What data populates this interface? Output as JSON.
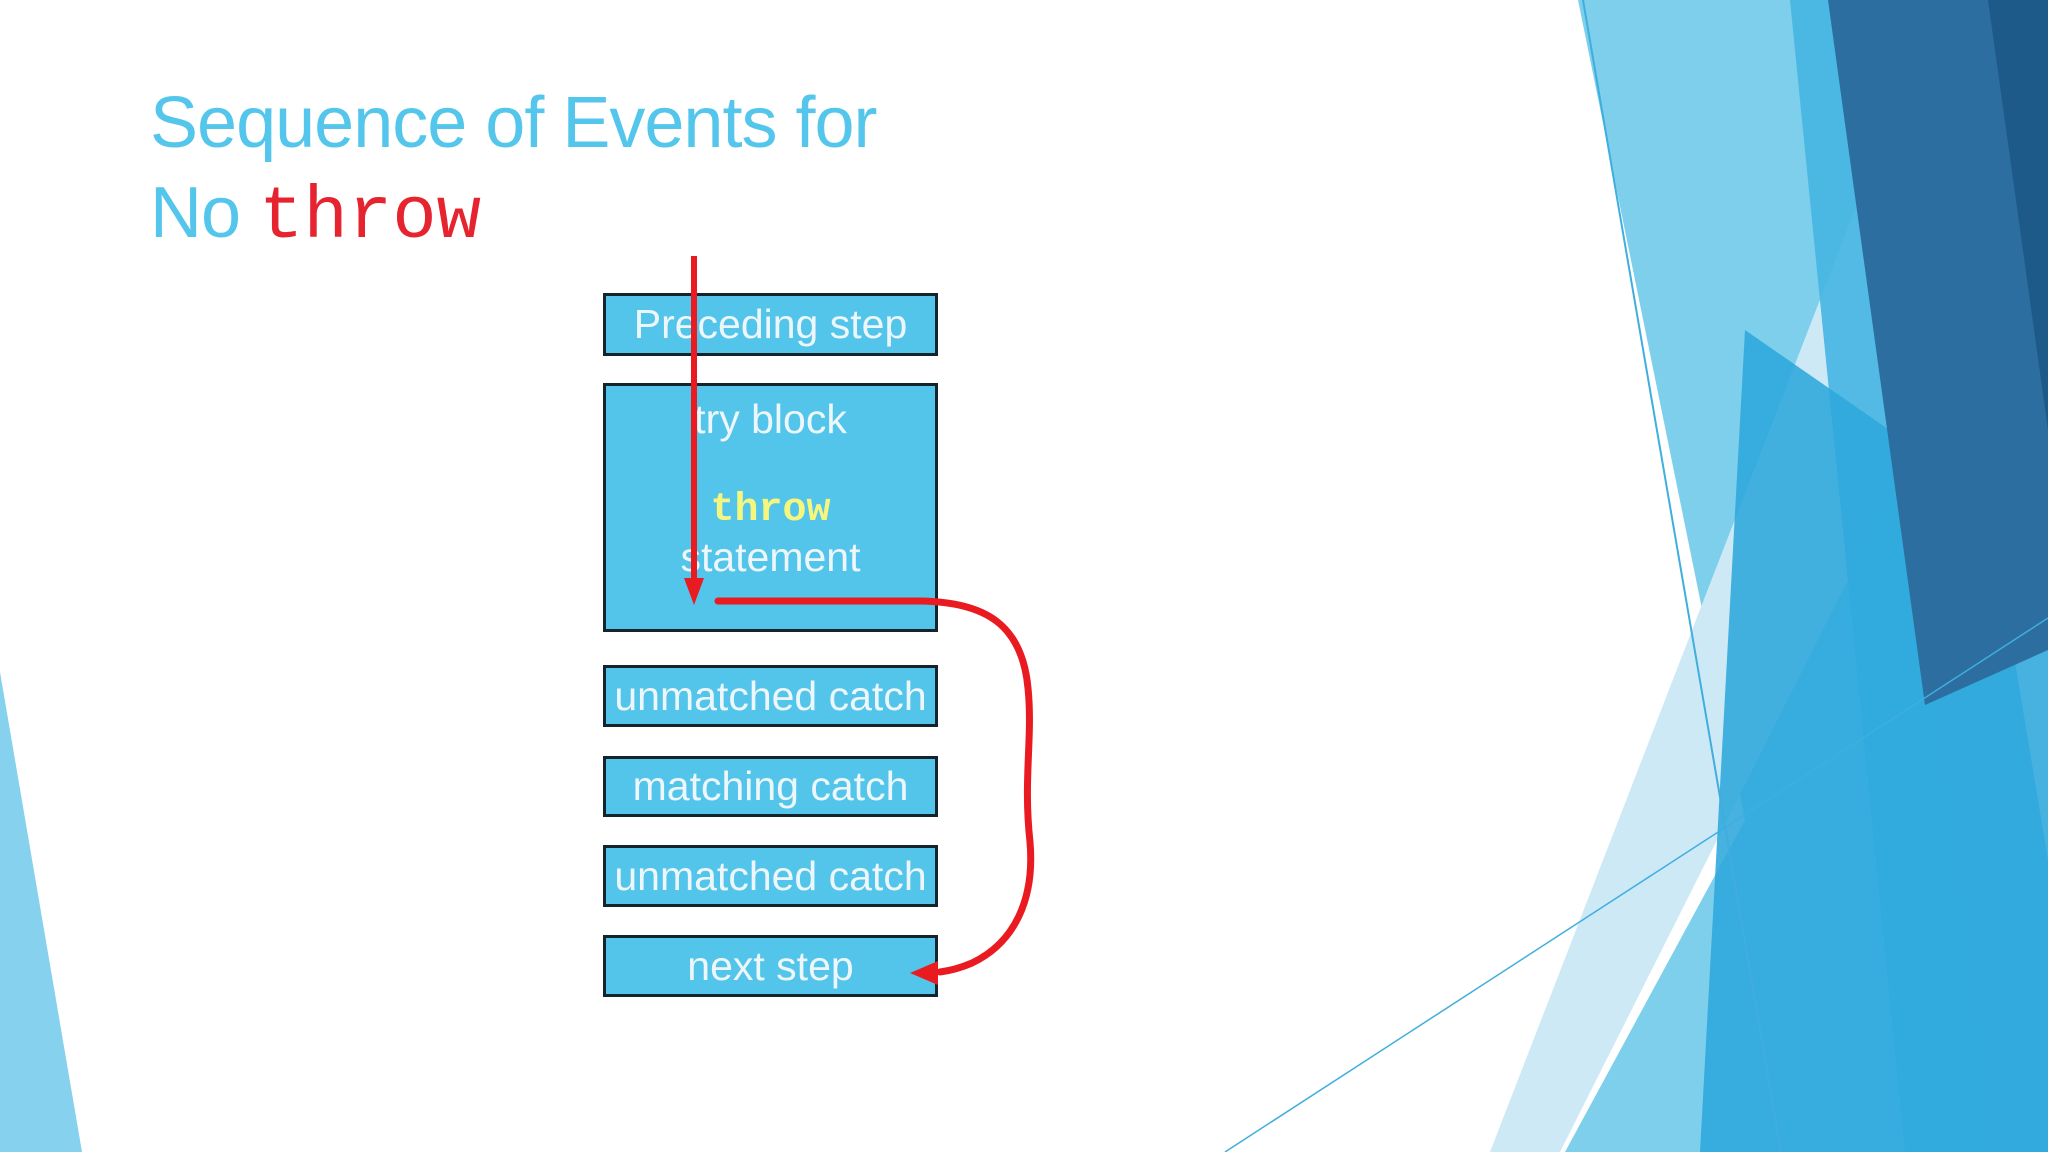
{
  "slide": {
    "title": {
      "line1": "Sequence of Events for",
      "line2_text": "No ",
      "line2_code": "throw"
    }
  },
  "flowchart": {
    "boxes": [
      {
        "label": "Preceding step"
      },
      {
        "line1": "try block",
        "code": "throw",
        "line2": "statement"
      },
      {
        "label": "unmatched catch"
      },
      {
        "label": "matching catch"
      },
      {
        "label": "unmatched catch"
      },
      {
        "label": "next step"
      }
    ],
    "arrows": [
      {
        "name": "entry-arrow",
        "shape": "straight-down-into-try-block"
      },
      {
        "name": "no-throw-bypass-arrow",
        "shape": "curves-right-around-catches-into-next-step"
      }
    ]
  },
  "colors": {
    "title_blue": "#54c6eb",
    "code_red": "#e52430",
    "arrow_red": "#ea1a21",
    "box_fill": "#53c5ea",
    "box_border": "#14242c",
    "box_text": "#edf6fa",
    "throw_yellow": "#f5f67e",
    "bg_pale": "#cde9f6",
    "bg_light": "#7dcfec",
    "bg_medium": "#45b5e2",
    "bg_bright": "#2ea7dc",
    "bg_dark": "#2b6e9f",
    "bg_darkest": "#1e5a89"
  }
}
